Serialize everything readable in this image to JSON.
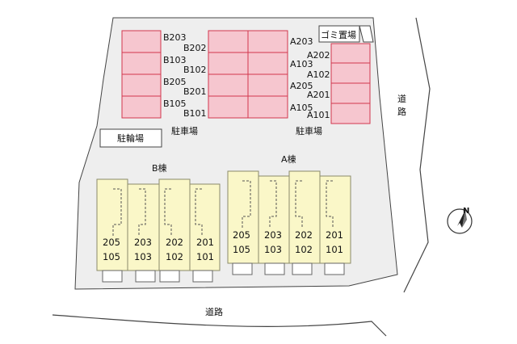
{
  "colors": {
    "site": "#eeeeee",
    "outline": "#444444",
    "parking_fill": "#f6c6cf",
    "parking_stroke": "#d2374d",
    "building_fill": "#faf7c8",
    "building_stroke": "#8a8a6a"
  },
  "labels": {
    "trash": "ゴミ置場",
    "bicycle": "駐輪場",
    "parking_left": "駐車場",
    "parking_right": "駐車場",
    "building_b": "B棟",
    "building_a": "A棟",
    "road_right": "道路",
    "road_bottom": "道路",
    "north": "N"
  },
  "parking_left_group": {
    "col1_labels": [
      "B203",
      "B103",
      "B205",
      "B105"
    ],
    "col2_labels": [
      "B202",
      "B102",
      "B201",
      "B101"
    ],
    "col3_labels": [
      "A203",
      "A103",
      "A205",
      "A105"
    ]
  },
  "parking_right_group": {
    "labels": [
      "A202",
      "A102",
      "A201",
      "A101"
    ]
  },
  "building_b_units": [
    {
      "upper": "205",
      "lower": "105"
    },
    {
      "upper": "203",
      "lower": "103"
    },
    {
      "upper": "202",
      "lower": "102"
    },
    {
      "upper": "201",
      "lower": "101"
    }
  ],
  "building_a_units": [
    {
      "upper": "205",
      "lower": "105"
    },
    {
      "upper": "203",
      "lower": "103"
    },
    {
      "upper": "202",
      "lower": "102"
    },
    {
      "upper": "201",
      "lower": "101"
    }
  ]
}
